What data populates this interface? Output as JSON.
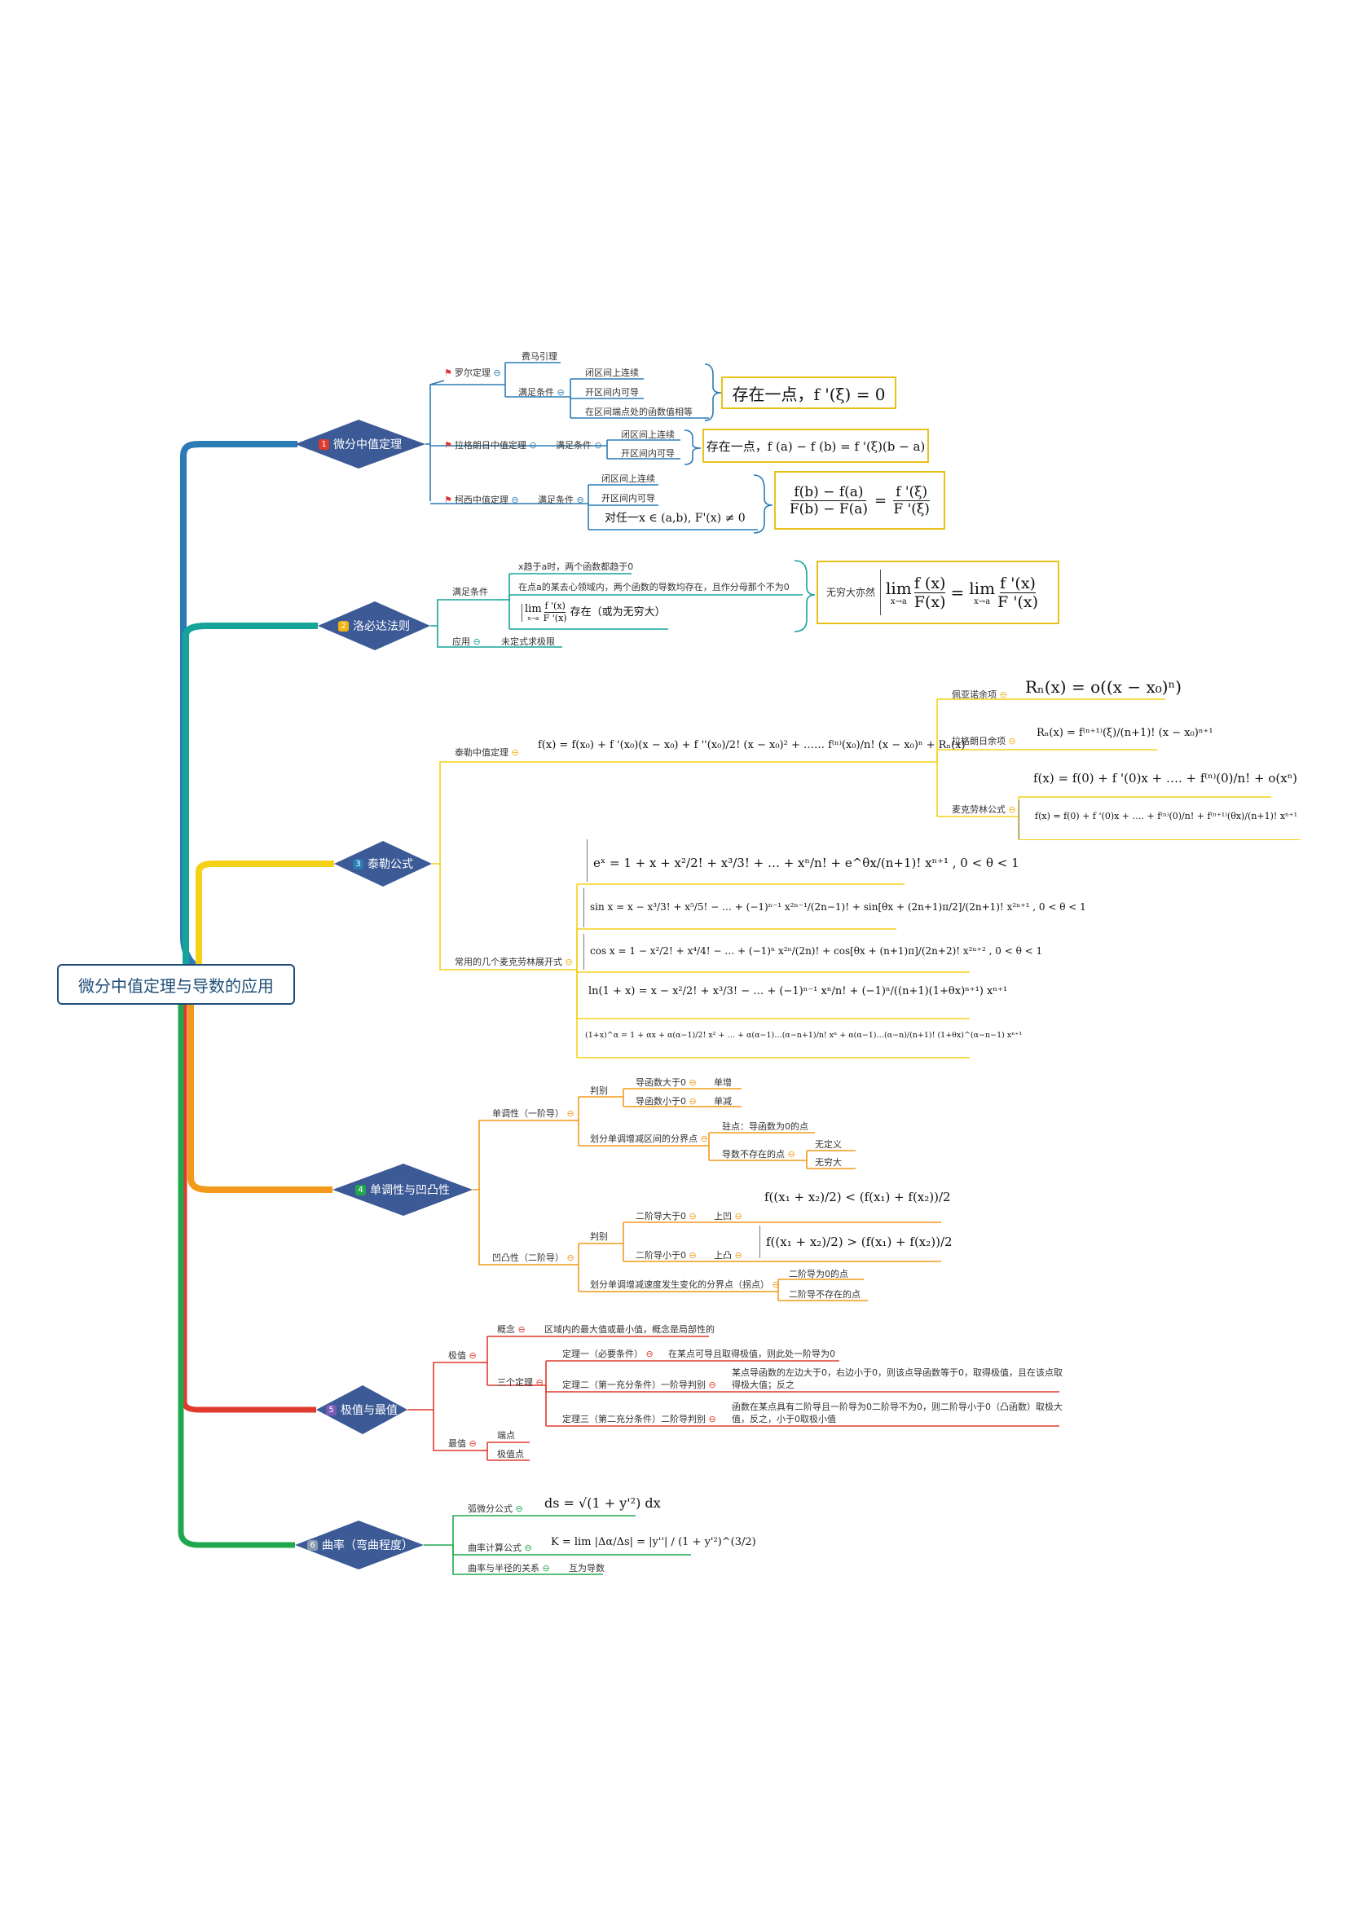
{
  "root": "微分中值定理与导数的应用",
  "colors": {
    "blue": "#2b7bb5",
    "teal": "#16a39a",
    "yellow": "#f5d218",
    "orange": "#f39a1b",
    "red": "#e03a2f",
    "green": "#21a84f",
    "node_fill": "#3c5a96",
    "box_border": "#e8c21b"
  },
  "branches": [
    {
      "num": "1",
      "num_color": "#e03a2f",
      "label": "微分中值定理",
      "children": {
        "rolle": "罗尔定理",
        "fermat": "费马引理",
        "rolle_cond": "满足条件",
        "rolle_c1": "闭区间上连续",
        "rolle_c2": "开区间内可导",
        "rolle_c3": "在区间端点处的函数值相等",
        "rolle_box": "存在一点，f '(ξ) = 0",
        "lagrange": "拉格朗日中值定理",
        "lag_cond": "满足条件",
        "lag_c1": "闭区间上连续",
        "lag_c2": "开区间内可导",
        "lag_box": "存在一点，f (a) − f (b) = f '(ξ)(b − a)",
        "cauchy": "柯西中值定理",
        "cauchy_cond": "满足条件",
        "cauchy_c1": "闭区间上连续",
        "cauchy_c2": "开区间内可导",
        "cauchy_c3": "对任一x ∈ (a,b), F'(x) ≠ 0",
        "cauchy_box_num": "f(b) − f(a)",
        "cauchy_box_den": "F(b) − F(a)",
        "cauchy_box_eq": "=",
        "cauchy_box_rnum": "f '(ξ)",
        "cauchy_box_rden": "F '(ξ)"
      }
    },
    {
      "num": "2",
      "num_color": "#f5b414",
      "label": "洛必达法则",
      "children": {
        "cond": "满足条件",
        "c1": "x趋于a时，两个函数都趋于0",
        "c2": "在点a的某去心领域内，两个函数的导数均存在，且作分母那个不为0",
        "c3_lim": "lim",
        "c3_sub": "x→a",
        "c3_num": "f '(x)",
        "c3_den": "F '(x)",
        "c3_tail": "存在（或为无穷大）",
        "box_text": "无穷大亦然",
        "box_lim": "lim",
        "box_sub": "x→a",
        "box_num": "f (x)",
        "box_den": "F(x)",
        "box_eq": "=",
        "box_rnum": "f '(x)",
        "box_rden": "F '(x)",
        "app": "应用",
        "app_c": "未定式求极限"
      }
    },
    {
      "num": "3",
      "num_color": "#2b7bb5",
      "label": "泰勒公式",
      "children": {
        "taylor_thm": "泰勒中值定理",
        "taylor_formula": "f(x) = f(x₀) + f '(x₀)(x − x₀) + f ''(x₀)/2! (x − x₀)² + …… f⁽ⁿ⁾(x₀)/n! (x − x₀)ⁿ + Rₙ(x)",
        "peano": "佩亚诺余项",
        "peano_f": "Rₙ(x) = o((x − x₀)ⁿ)",
        "lagr_rem": "拉格朗日余项",
        "lagr_rem_f": "Rₙ(x) = f⁽ⁿ⁺¹⁾(ξ)/(n+1)! (x − x₀)ⁿ⁺¹",
        "maclaurin": "麦克劳林公式",
        "mac_f1": "f(x) = f(0) + f '(0)x + …. + f⁽ⁿ⁾(0)/n! + o(xⁿ)",
        "mac_f2": "f(x) = f(0) + f '(0)x + …. + f⁽ⁿ⁾(0)/n! + f⁽ⁿ⁺¹⁾(θx)/(n+1)! xⁿ⁺¹",
        "common": "常用的几个麦克劳林展开式",
        "e1": "eˣ = 1 + x + x²/2! + x³/3! + … + xⁿ/n! + e^θx/(n+1)! xⁿ⁺¹ , 0 < θ < 1",
        "e2": "sin x = x − x³/3! + x⁵/5! − … + (−1)ⁿ⁻¹ x²ⁿ⁻¹/(2n−1)! + sin[θx + (2n+1)π/2]/(2n+1)! x²ⁿ⁺¹ , 0 < θ < 1",
        "e3": "cos x = 1 − x²/2! + x⁴/4! − … + (−1)ⁿ x²ⁿ/(2n)! + cos[θx + (n+1)π]/(2n+2)! x²ⁿ⁺² , 0 < θ < 1",
        "e4": "ln(1 + x) = x − x²/2! + x³/3! − … + (−1)ⁿ⁻¹ xⁿ/n! + (−1)ⁿ/((n+1)(1+θx)ⁿ⁺¹) xⁿ⁺¹",
        "e5": "(1+x)^α = 1 + αx + α(α−1)/2! x² + … + α(α−1)…(α−n+1)/n! xⁿ + α(α−1)…(α−n)/(n+1)! (1+θx)^(α−n−1) xⁿ⁺¹"
      }
    },
    {
      "num": "4",
      "num_color": "#21a84f",
      "label": "单调性与凹凸性",
      "children": {
        "mono": "单调性（一阶导）",
        "judge": "判别",
        "d_pos": "导函数大于0",
        "inc": "单增",
        "d_neg": "导函数小于0",
        "dec": "单减",
        "split": "划分单调增减区间的分界点",
        "stationary": "驻点：导函数为0的点",
        "nondiff": "导数不存在的点",
        "undef": "无定义",
        "inf": "无穷大",
        "concav": "凹凸性（二阶导）",
        "judge2": "判别",
        "d2_pos": "二阶导大于0",
        "up": "上凹",
        "d2_neg": "二阶导小于0",
        "down": "上凸",
        "concave_f1": "f((x₁ + x₂)/2) < (f(x₁) + f(x₂))/2",
        "concave_f2": "f((x₁ + x₂)/2) > (f(x₁) + f(x₂))/2",
        "inflect": "划分单调增减速度发生变化的分界点（拐点）",
        "i1": "二阶导为0的点",
        "i2": "二阶导不存在的点"
      }
    },
    {
      "num": "5",
      "num_color": "#7b5bb8",
      "label": "极值与最值",
      "children": {
        "ext": "极值",
        "concept": "概念",
        "concept_t": "区域内的最大值或最小值，概念是局部性的",
        "three": "三个定理",
        "th1": "定理一（必要条件）",
        "th1_t": "在某点可导且取得极值，则此处一阶导为0",
        "th2": "定理二（第一充分条件）一阶导判别",
        "th2_t1": "某点导函数的左边大于0，右边小于0，则该点导函数等于0，取得极值，且在该点取",
        "th2_t2": "得极大值；反之",
        "th3": "定理三（第二充分条件）二阶导判别",
        "th3_t1": "函数在某点具有二阶导且一阶导为0二阶导不为0，则二阶导小于0（凸函数）取极大",
        "th3_t2": "值，反之，小于0取极小值",
        "max": "最值",
        "end": "端点",
        "extpt": "极值点"
      }
    },
    {
      "num": "6",
      "num_color": "#8a9bb0",
      "label": "曲率（弯曲程度）",
      "children": {
        "arc": "弧微分公式",
        "arc_f": "ds = √(1 + y'²) dx",
        "curv": "曲率计算公式",
        "curv_f": "K = lim |Δα/Δs| = |y''| / (1 + y'²)^(3/2)",
        "radius": "曲率与半径的关系",
        "radius_t": "互为导数"
      }
    }
  ]
}
